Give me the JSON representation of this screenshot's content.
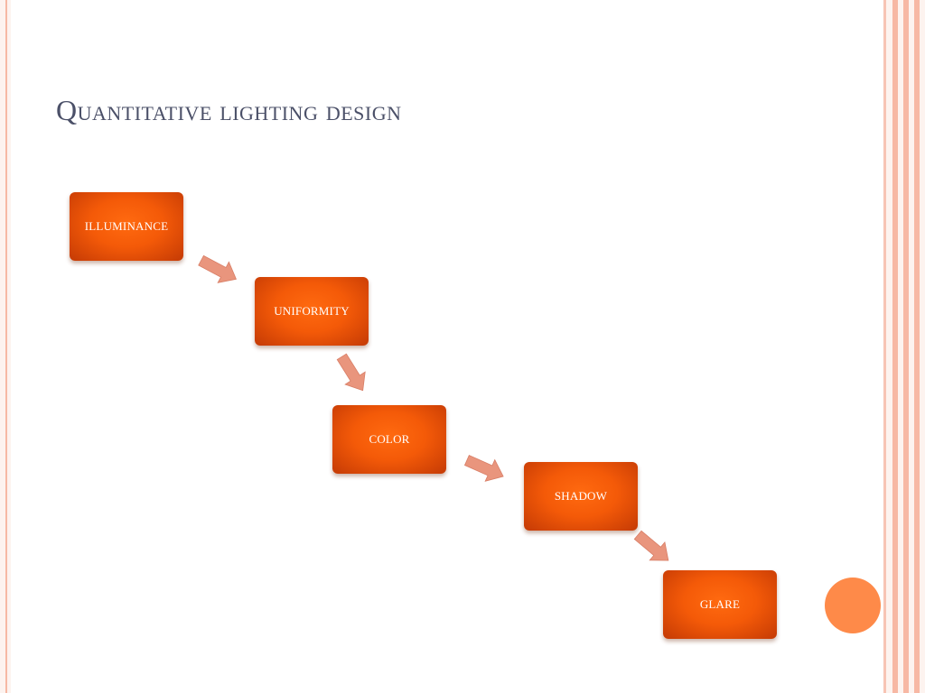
{
  "slide": {
    "title": "Quantitative lighting design"
  },
  "flow": {
    "steps": [
      {
        "label": "ILLUMINANCE"
      },
      {
        "label": "UNIFORMITY"
      },
      {
        "label": "COLOR"
      },
      {
        "label": "SHADOW"
      },
      {
        "label": "GLARE"
      }
    ]
  },
  "colors": {
    "step_fill": "#f45a08",
    "step_edge": "#c43a05",
    "arrow_fill": "#e9957d",
    "title_text": "#4b5068",
    "accent_circle": "#fe8a49",
    "border_stripes": "#f7b8a4",
    "background": "#fdf3ef"
  }
}
